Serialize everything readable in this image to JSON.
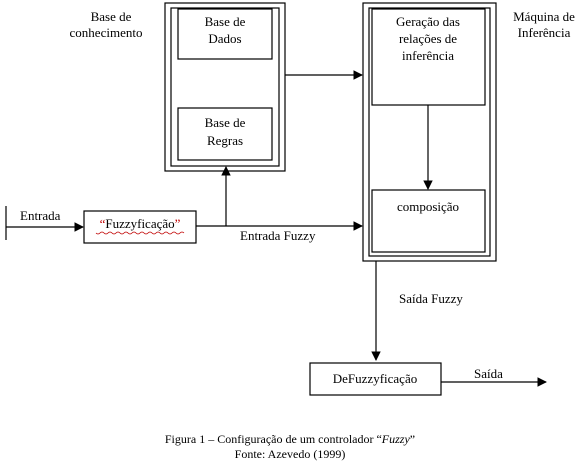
{
  "knowledge_base": {
    "label_line1": "Base de",
    "label_line2": "conhecimento"
  },
  "database": {
    "line1": "Base de",
    "line2": "Dados"
  },
  "rulebase": {
    "line1": "Base de",
    "line2": "Regras"
  },
  "inference_engine": {
    "label_line1": "Máquina de",
    "label_line2": "Inferência"
  },
  "relations_gen": {
    "line1": "Geração das",
    "line2": "relações de",
    "line3": "inferência"
  },
  "composition": {
    "label": "composição"
  },
  "input_label": "Entrada",
  "fuzzification": {
    "open_quote": "“",
    "word": "Fuzzyficação",
    "close_quote": "”"
  },
  "fuzzy_input_label": "Entrada Fuzzy",
  "fuzzy_output_label": "Saída Fuzzy",
  "defuzzification": {
    "label": "DeFuzzyficação"
  },
  "output_label": "Saída",
  "caption": {
    "prefix": "Figura 1 – Configuração de um controlador “",
    "emphasis": "Fuzzy",
    "suffix": "”",
    "source": "Fonte: Azevedo (1999)"
  }
}
